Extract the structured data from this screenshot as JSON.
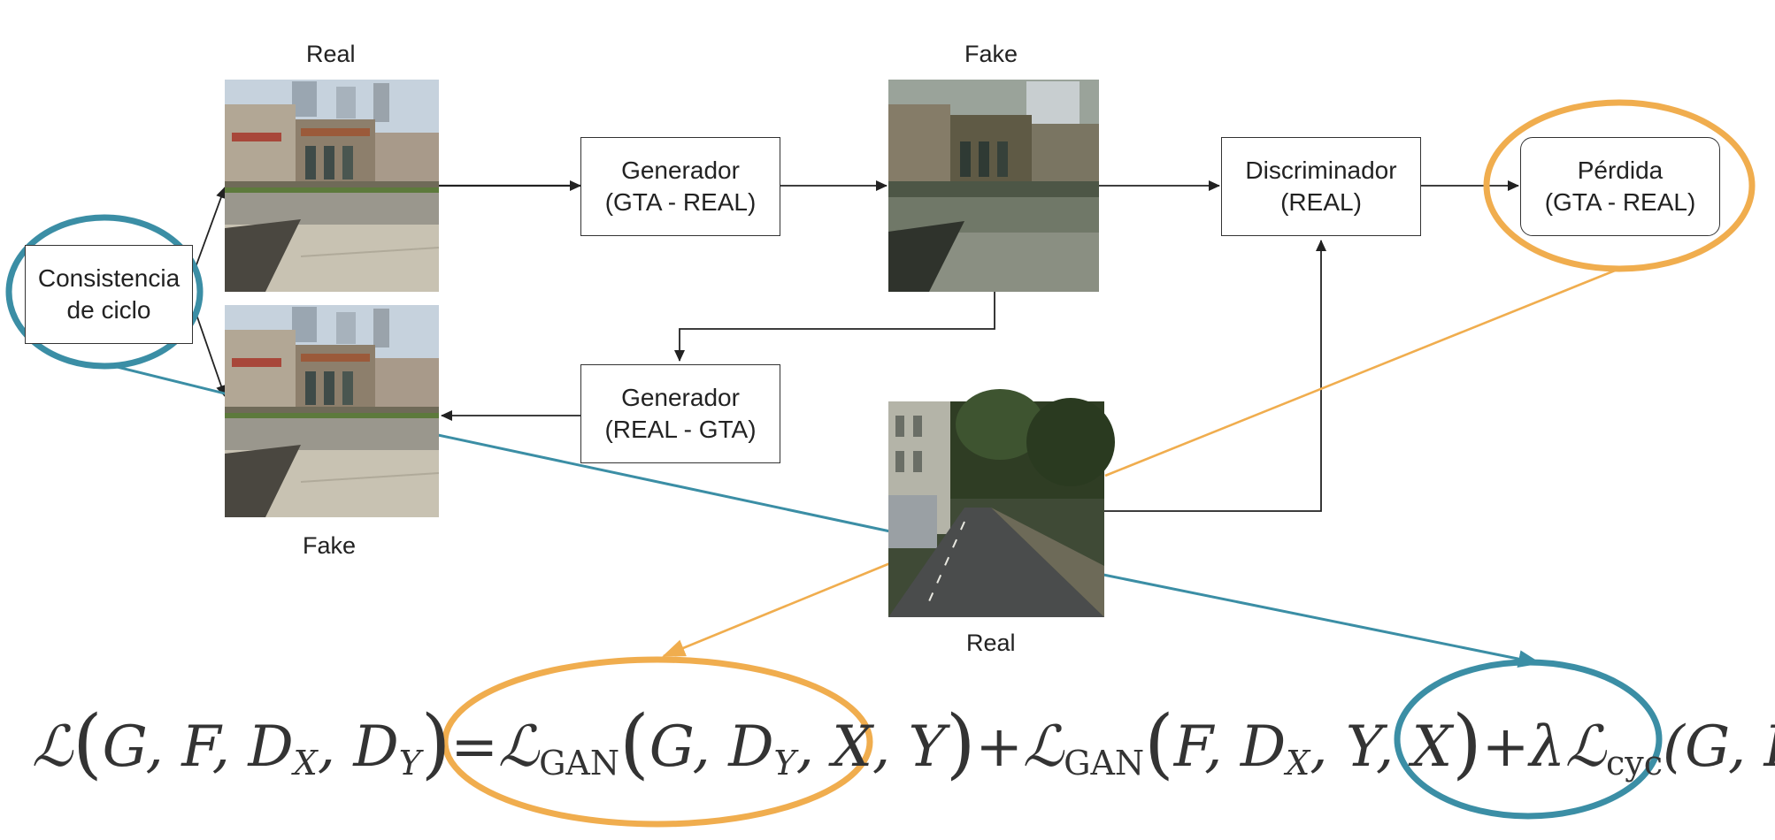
{
  "labels": {
    "real_top": "Real",
    "fake_top": "Fake",
    "fake_bottom": "Fake",
    "real_bottom": "Real"
  },
  "boxes": {
    "cycle_consistency": [
      "Consistencia",
      "de ciclo"
    ],
    "generator_gta_real": [
      "Generador",
      "(GTA - REAL)"
    ],
    "generator_real_gta": [
      "Generador",
      "(REAL - GTA)"
    ],
    "discriminator": [
      "Discriminador",
      "(REAL)"
    ],
    "loss": [
      "Pérdida",
      "(GTA - REAL)"
    ]
  },
  "formula": {
    "lhs_symbol": "ℒ",
    "lhs_args": "G, F, D",
    "lhs_sub_x": "X",
    "lhs_sep": ", D",
    "lhs_sub_y": "Y",
    "equals": "=",
    "gan_symbol": "ℒ",
    "gan_sub": "GAN",
    "gan1_args_a": "G, D",
    "gan1_sub": "Y",
    "gan1_args_b": ", X, Y",
    "plus": "+",
    "gan2_args_a": "F, D",
    "gan2_sub": "X",
    "gan2_args_b": ", Y, X",
    "lambda": "λ",
    "cyc_symbol": "ℒ",
    "cyc_sub": "cyc",
    "cyc_args": "(G, F)"
  },
  "colors": {
    "orange_highlight": "#f0ad4e",
    "teal_highlight": "#3b8ea5",
    "arrow": "#222222"
  }
}
